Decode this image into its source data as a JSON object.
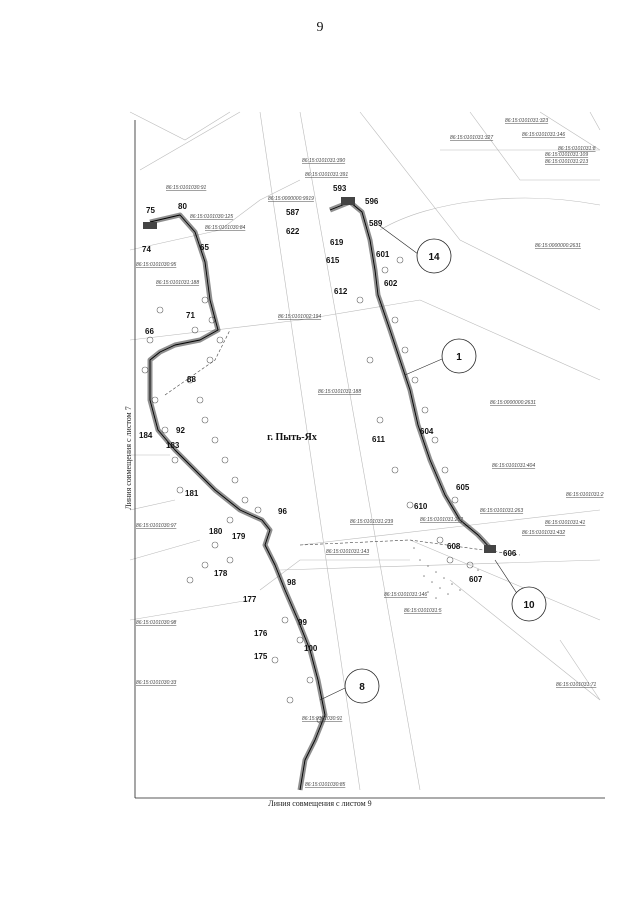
{
  "page_number": "9",
  "city_label": "г. Пыть-Ях",
  "combine_left": "Линия совмещения с листом 7",
  "combine_bottom": "Линия совмещения с листом 9",
  "circle_labels": [
    "14",
    "1",
    "10",
    "8"
  ],
  "point_labels": [
    "80",
    "75",
    "74",
    "593",
    "596",
    "587",
    "589",
    "622",
    "619",
    "615",
    "601",
    "612",
    "602",
    "65",
    "71",
    "66",
    "88",
    "184",
    "92",
    "183",
    "181",
    "180",
    "179",
    "178",
    "177",
    "176",
    "175",
    "96",
    "98",
    "99",
    "100",
    "611",
    "604",
    "605",
    "610",
    "608",
    "606",
    "607"
  ],
  "cadastral_labels": [
    "86:15:0101031:390",
    "86:15:0101031:391",
    "86:15:0000000:9919",
    "86:15:0101030:91",
    "86:15:0101030:125",
    "86:15:0101030:84",
    "86:15:0101031:188",
    "86:15:0101002:194",
    "86:15:0101031:188",
    "86:15:0101031:239",
    "86:15:0101031:252",
    "86:15:0101031:143",
    "86:15:0101031:146",
    "86:15:0101031:5",
    "86:15:0101030:91",
    "86:15:0101030:85",
    "86:15:0101031:323",
    "86:15:0101031:327",
    "86:15:0101031:146",
    "86:15:0101031:8",
    "86:15:0101031:109",
    "86:15:0101031:213",
    "86:15:0000000:2631",
    "86:15:0000000:2631",
    "86:15:0101031:404",
    "86:15:0101031:263",
    "86:15:0101031:41",
    "86:15:0101031:432",
    "86:15:0101031:2",
    "86:15:0101030:97",
    "86:15:0101030:98",
    "86:15:0101030:33",
    "86:15:0101030:95",
    "86:15:0101031:71"
  ]
}
